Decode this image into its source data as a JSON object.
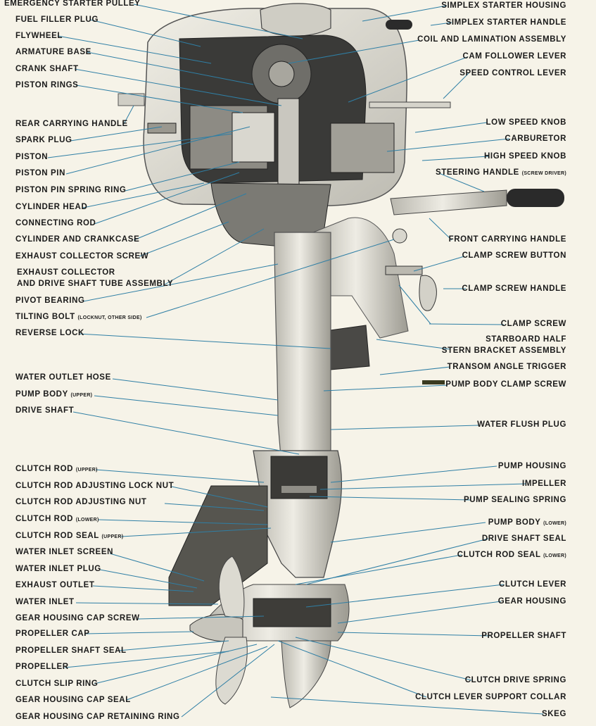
{
  "diagram": {
    "left_labels": [
      {
        "id": "emergency-starter-pulley",
        "text": "EMERGENCY STARTER PULLEY"
      },
      {
        "id": "fuel-filler-plug",
        "text": "FUEL FILLER PLUG"
      },
      {
        "id": "flywheel",
        "text": "FLYWHEEL"
      },
      {
        "id": "armature-base",
        "text": "ARMATURE BASE"
      },
      {
        "id": "crank-shaft",
        "text": "CRANK SHAFT"
      },
      {
        "id": "piston-rings",
        "text": "PISTON RINGS"
      },
      {
        "id": "rear-carrying-handle",
        "text": "REAR CARRYING HANDLE"
      },
      {
        "id": "spark-plug",
        "text": "SPARK PLUG"
      },
      {
        "id": "piston",
        "text": "PISTON"
      },
      {
        "id": "piston-pin",
        "text": "PISTON PIN"
      },
      {
        "id": "piston-pin-spring-ring",
        "text": "PISTON PIN SPRING RING"
      },
      {
        "id": "cylinder-head",
        "text": "CYLINDER HEAD"
      },
      {
        "id": "connecting-rod",
        "text": "CONNECTING ROD"
      },
      {
        "id": "cylinder-and-crankcase",
        "text": "CYLINDER AND CRANKCASE"
      },
      {
        "id": "exhaust-collector-screw",
        "text": "EXHAUST COLLECTOR SCREW"
      },
      {
        "id": "exhaust-collector-line1",
        "text": "EXHAUST COLLECTOR"
      },
      {
        "id": "exhaust-collector-line2",
        "text": "AND DRIVE SHAFT TUBE ASSEMBLY"
      },
      {
        "id": "pivot-bearing",
        "text": "PIVOT BEARING"
      },
      {
        "id": "tilting-bolt",
        "text": "TILTING BOLT",
        "note": "(LOCKNUT, OTHER SIDE)"
      },
      {
        "id": "reverse-lock",
        "text": "REVERSE LOCK"
      },
      {
        "id": "water-outlet",
        "text": "WATER OUTLET HOSE"
      },
      {
        "id": "pump-body-upper",
        "text": "PUMP BODY",
        "note": "(UPPER)"
      },
      {
        "id": "drive-shaft",
        "text": "DRIVE SHAFT"
      },
      {
        "id": "clutch-rod-upper",
        "text": "CLUTCH ROD",
        "note": "(UPPER)"
      },
      {
        "id": "clutch-rod-adjusting-lock-nut",
        "text": "CLUTCH ROD ADJUSTING LOCK NUT"
      },
      {
        "id": "clutch-rod-adjusting-nut",
        "text": "CLUTCH ROD ADJUSTING NUT"
      },
      {
        "id": "clutch-rod-lower",
        "text": "CLUTCH ROD",
        "note": "(LOWER)"
      },
      {
        "id": "clutch-rod-seal-upper",
        "text": "CLUTCH ROD SEAL",
        "note": "(UPPER)"
      },
      {
        "id": "water-inlet-screen",
        "text": "WATER INLET SCREEN"
      },
      {
        "id": "water-inlet-plug",
        "text": "WATER INLET PLUG"
      },
      {
        "id": "exhaust-outlet",
        "text": "EXHAUST OUTLET"
      },
      {
        "id": "water-inlet",
        "text": "WATER INLET"
      },
      {
        "id": "gear-housing-cap-screw",
        "text": "GEAR HOUSING CAP SCREW"
      },
      {
        "id": "propeller-cap",
        "text": "PROPELLER CAP"
      },
      {
        "id": "propeller-shaft-seal",
        "text": "PROPELLER SHAFT SEAL"
      },
      {
        "id": "propeller",
        "text": "PROPELLER"
      },
      {
        "id": "clutch-slip-ring",
        "text": "CLUTCH SLIP RING"
      },
      {
        "id": "gear-housing-cap-seal",
        "text": "GEAR HOUSING CAP SEAL"
      },
      {
        "id": "gear-housing-cap-retaining-ring",
        "text": "GEAR HOUSING CAP RETAINING RING"
      }
    ],
    "right_labels": [
      {
        "id": "simplex-starter-housing",
        "text": "SIMPLEX STARTER HOUSING"
      },
      {
        "id": "simplex-starter-handle",
        "text": "SIMPLEX STARTER HANDLE"
      },
      {
        "id": "coil-and-lamination-assembly",
        "text": "COIL AND LAMINATION ASSEMBLY"
      },
      {
        "id": "cam-follower-lever",
        "text": "CAM FOLLOWER LEVER"
      },
      {
        "id": "speed-control-lever",
        "text": "SPEED CONTROL LEVER"
      },
      {
        "id": "low-speed-knob",
        "text": "LOW SPEED KNOB"
      },
      {
        "id": "carburetor",
        "text": "CARBURETOR"
      },
      {
        "id": "high-speed-knob",
        "text": "HIGH SPEED KNOB"
      },
      {
        "id": "steering-handle",
        "text": "STEERING HANDLE",
        "note": "(SCREW DRIVER)"
      },
      {
        "id": "front-carrying-handle",
        "text": "FRONT CARRYING HANDLE"
      },
      {
        "id": "clamp-screw-button",
        "text": "CLAMP SCREW BUTTON"
      },
      {
        "id": "clamp-screw-handle",
        "text": "CLAMP SCREW HANDLE"
      },
      {
        "id": "clamp-screw",
        "text": "CLAMP SCREW"
      },
      {
        "id": "starboard-half-line1",
        "text": "STARBOARD HALF"
      },
      {
        "id": "starboard-half-line2",
        "text": "STERN BRACKET ASSEMBLY"
      },
      {
        "id": "transom-angle-trigger",
        "text": "TRANSOM ANGLE TRIGGER"
      },
      {
        "id": "pump-body-clamp-screw",
        "text": "PUMP BODY CLAMP SCREW"
      },
      {
        "id": "water-flush-plug",
        "text": "WATER FLUSH PLUG"
      },
      {
        "id": "pump-housing",
        "text": "PUMP HOUSING"
      },
      {
        "id": "impeller",
        "text": "IMPELLER"
      },
      {
        "id": "pump-sealing-spring",
        "text": "PUMP SEALING SPRING"
      },
      {
        "id": "pump-body-lower",
        "text": "PUMP BODY",
        "note": "(LOWER)"
      },
      {
        "id": "drive-shaft-seal",
        "text": "DRIVE SHAFT SEAL"
      },
      {
        "id": "clutch-rod-seal-lower",
        "text": "CLUTCH ROD SEAL",
        "note": "(LOWER)"
      },
      {
        "id": "clutch-lever",
        "text": "CLUTCH LEVER"
      },
      {
        "id": "gear-housing",
        "text": "GEAR HOUSING"
      },
      {
        "id": "propeller-shaft",
        "text": "PROPELLER SHAFT"
      },
      {
        "id": "clutch-drive-spring",
        "text": "CLUTCH DRIVE SPRING"
      },
      {
        "id": "clutch-lever-support-collar",
        "text": "CLUTCH LEVER SUPPORT COLLAR"
      },
      {
        "id": "skeg",
        "text": "SKEG"
      }
    ]
  }
}
